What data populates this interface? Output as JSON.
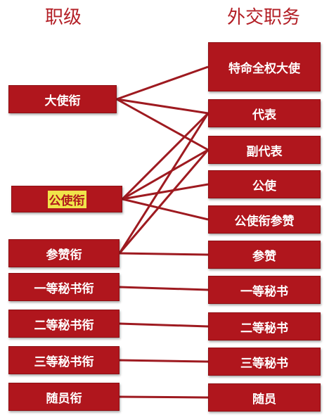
{
  "header": {
    "left_title": "职级",
    "right_title": "外交职务"
  },
  "ranks": [
    "大使衔",
    "公使衔",
    "参赞衔",
    "一等秘书衔",
    "二等秘书衔",
    "三等秘书衔",
    "随员衔"
  ],
  "positions": [
    "特命全权大使",
    "代表",
    "副代表",
    "公使",
    "公使衔参赞",
    "参赞",
    "一等秘书",
    "二等秘书",
    "三等秘书",
    "随员"
  ],
  "links": [
    [
      0,
      0
    ],
    [
      0,
      1
    ],
    [
      0,
      2
    ],
    [
      1,
      1
    ],
    [
      1,
      2
    ],
    [
      1,
      3
    ],
    [
      1,
      4
    ],
    [
      2,
      1
    ],
    [
      2,
      2
    ],
    [
      2,
      5
    ],
    [
      3,
      6
    ],
    [
      4,
      7
    ],
    [
      5,
      8
    ],
    [
      6,
      9
    ]
  ],
  "colors": {
    "box": "#b0161d",
    "line": "#9e1a20",
    "heading": "#b31f26"
  }
}
